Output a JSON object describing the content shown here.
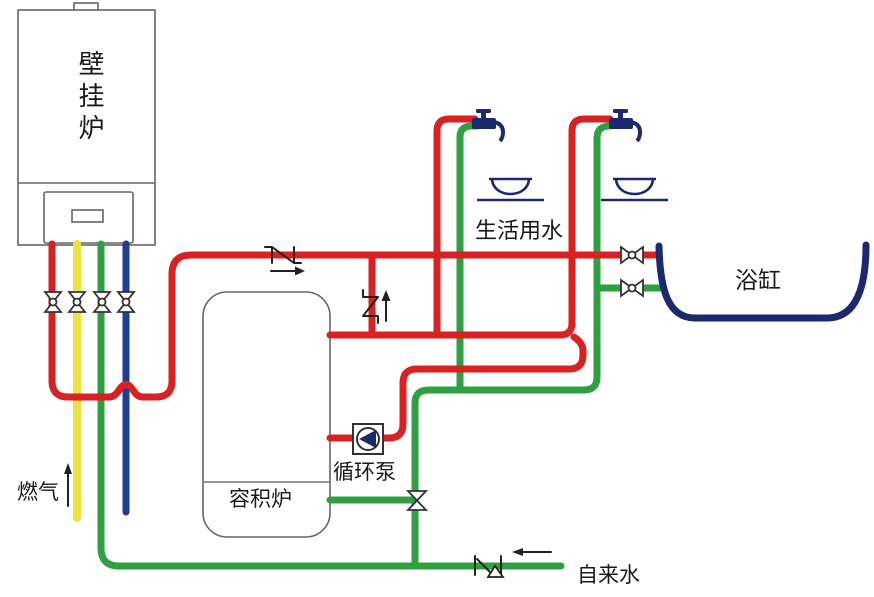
{
  "diagram": {
    "labels": {
      "boiler": "壁挂炉",
      "tank": "容积炉",
      "pump": "循环泵",
      "domestic_water": "生活用水",
      "bathtub": "浴缸",
      "gas": "燃气",
      "tap_water": "自来水"
    },
    "colors": {
      "hot_water": "#d92121",
      "cold_water": "#2fa041",
      "gas_pipe": "#ece43c",
      "heating_pipe": "#1f3d94",
      "fixture": "#1b2a6e"
    },
    "symbols": {
      "check_valve_main_flow": "right",
      "tank_inlet_check_flow": "up",
      "tap_water_flow": "left",
      "gas_flow": "up",
      "pump_direction": "left"
    }
  }
}
